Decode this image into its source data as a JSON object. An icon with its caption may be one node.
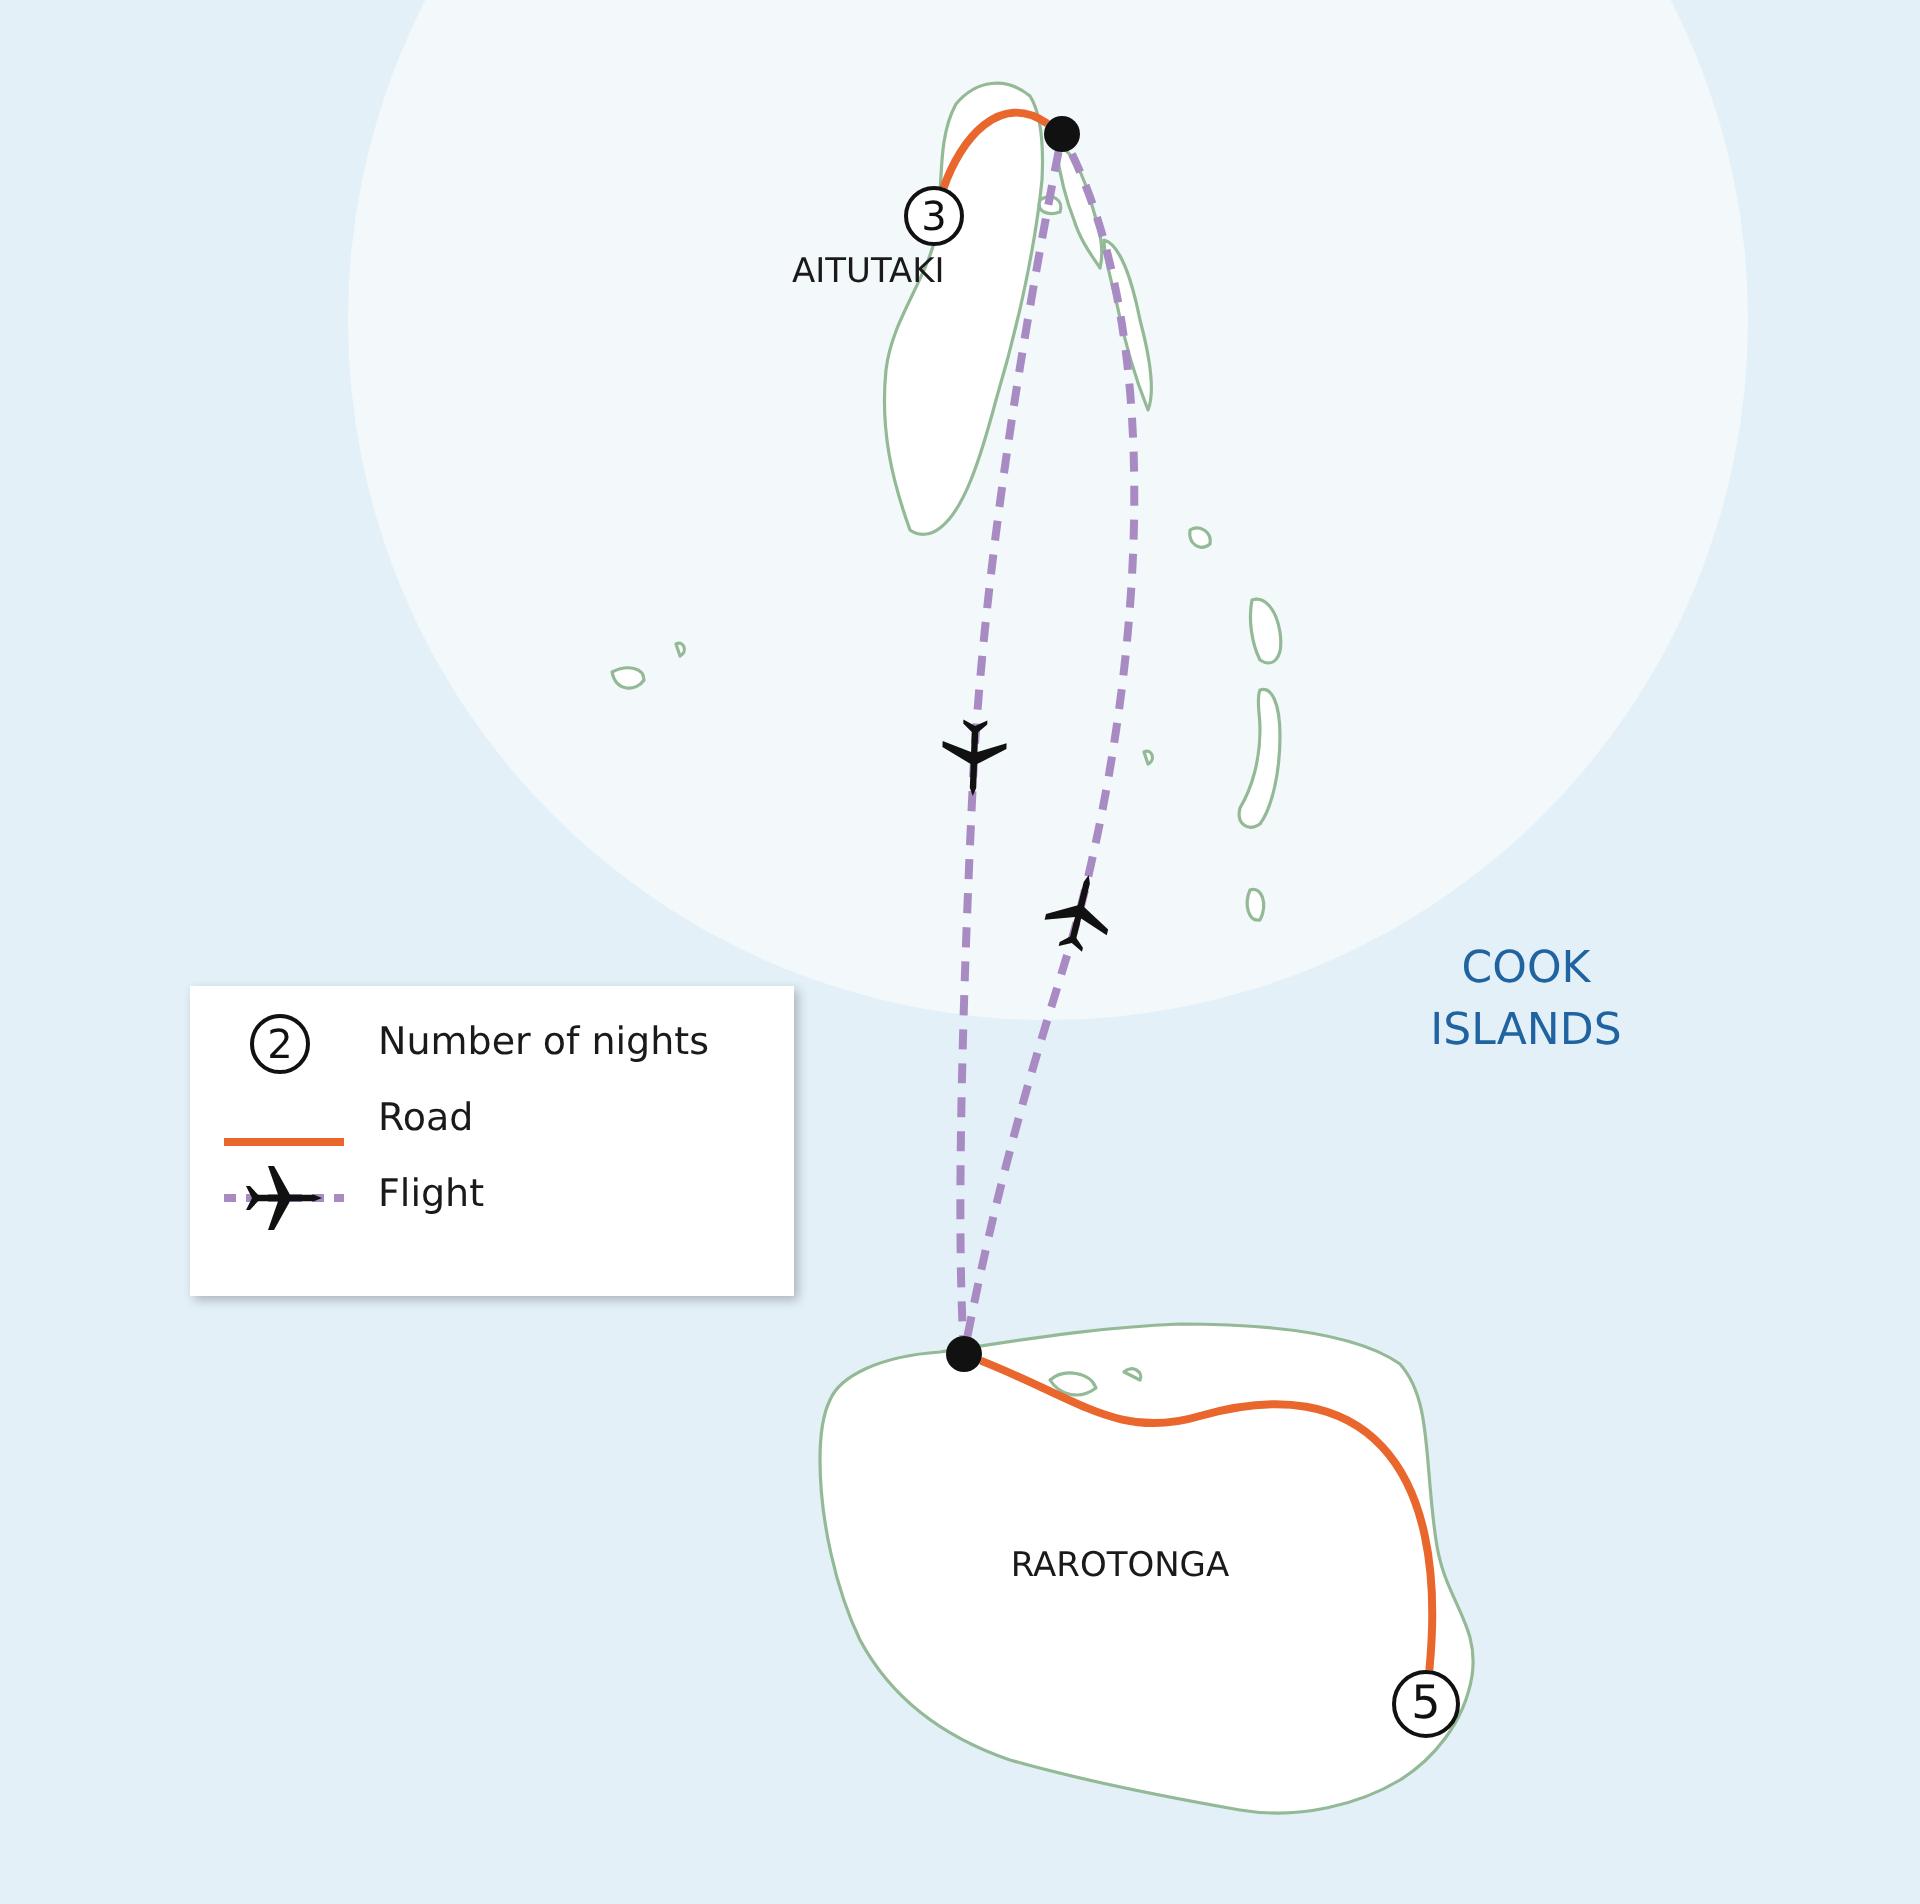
{
  "diagram": {
    "nodes": [
      {
        "text": [],
        "shape": "circle"
      },
      {
        "text": [
          "3"
        ]
      },
      {
        "text": [],
        "shape": "circle"
      },
      {
        "text": [
          "5"
        ]
      },
      {
        "text": [
          "2"
        ]
      }
    ],
    "edges": [
      {
        "from": 1,
        "to": 0,
        "arrow": "none",
        "color": "#e9672d"
      },
      {
        "from": 0,
        "to": 2,
        "arrow": "none",
        "style": "dashed",
        "color": "#a98bc4"
      },
      {
        "from": 2,
        "to": 0,
        "arrow": "none",
        "style": "dashed",
        "color": "#a98bc4"
      },
      {
        "from": 2,
        "to": 3,
        "arrow": "none",
        "color": "#e9672d"
      }
    ],
    "labels": [
      "AITUTAKI",
      "COOK ISLANDS",
      "RAROTONGA"
    ],
    "legend": [
      {
        "text": "Number of nights"
      },
      {
        "text": "Road"
      },
      {
        "text": "Flight"
      }
    ]
  }
}
